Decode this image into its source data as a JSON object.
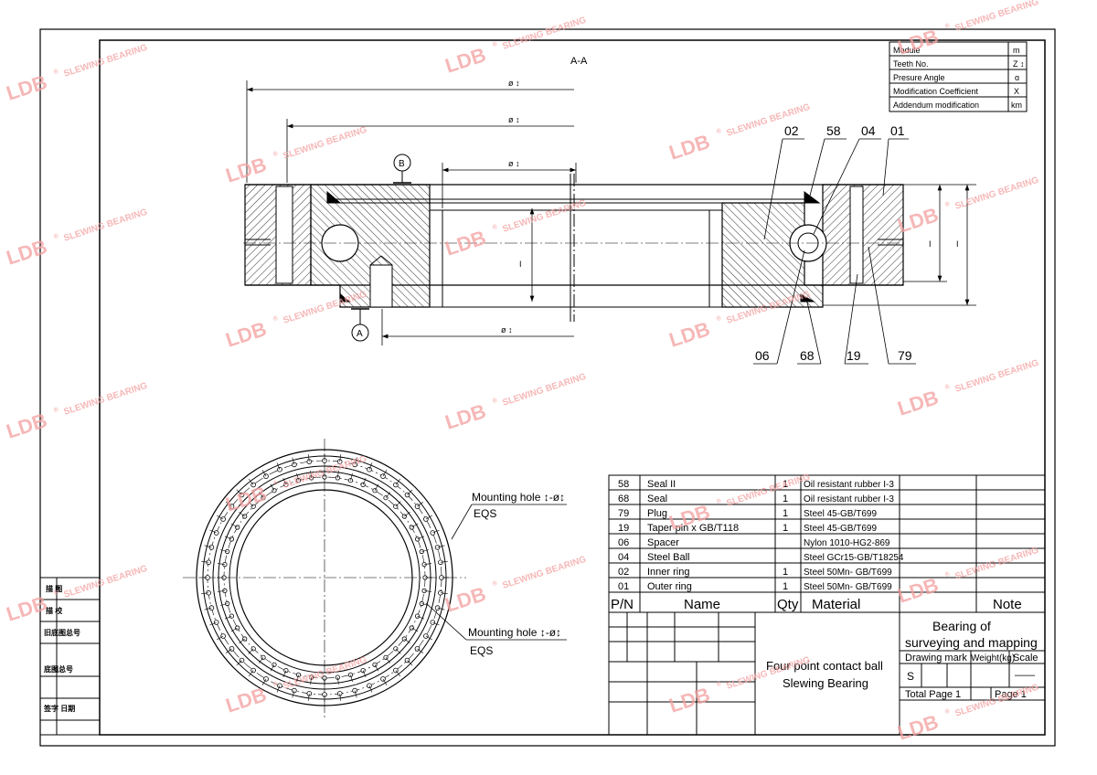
{
  "section_title": "A-A",
  "datum_a": "A",
  "datum_b": "B",
  "dimension_labels": {
    "top1": "ø ↕",
    "top2": "ø ↕",
    "top3": "ø ↕",
    "bottom": "ø ↕",
    "inner_height": "I",
    "right_height1": "I",
    "right_height2": "I"
  },
  "part_callouts": [
    "02",
    "58",
    "04",
    "01",
    "06",
    "68",
    "19",
    "79"
  ],
  "gear_table": [
    {
      "label": "Module",
      "value": "m"
    },
    {
      "label": "Teeth No.",
      "value": "Z ↕"
    },
    {
      "label": "Presure Angle",
      "value": "ɑ"
    },
    {
      "label": "Modification Coefficient",
      "value": "X"
    },
    {
      "label": "Addendum modification",
      "value": "km"
    }
  ],
  "mounting_holes": [
    {
      "label": "Mounting hole ↕-ø↕",
      "eqs": "EQS"
    },
    {
      "label": "Mounting hole ↕-ø↕",
      "eqs": "EQS"
    }
  ],
  "bom": {
    "rows": [
      {
        "pn": "58",
        "name": "Seal II",
        "qty": "1",
        "material": "Oil resistant rubber I-3"
      },
      {
        "pn": "68",
        "name": "Seal",
        "qty": "1",
        "material": "Oil resistant rubber I-3"
      },
      {
        "pn": "79",
        "name": "Plug",
        "qty": "1",
        "material": "Steel 45-GB/T699"
      },
      {
        "pn": "19",
        "name": "Taper pin x GB/T118",
        "qty": "1",
        "material": "Steel 45-GB/T699"
      },
      {
        "pn": "06",
        "name": "Spacer",
        "qty": "",
        "material": "Nylon 1010-HG2-869"
      },
      {
        "pn": "04",
        "name": "Steel Ball",
        "qty": "",
        "material": "Steel GCr15-GB/T18254"
      },
      {
        "pn": "02",
        "name": "Inner ring",
        "qty": "1",
        "material": "Steel 50Mn- GB/T699"
      },
      {
        "pn": "01",
        "name": "Outer ring",
        "qty": "1",
        "material": "Steel 50Mn- GB/T699"
      }
    ],
    "headers": {
      "pn": "P/N",
      "name": "Name",
      "qty": "Qty",
      "material": "Material",
      "note": "Note"
    }
  },
  "title_block": {
    "description_line1": "Four point contact ball",
    "description_line2": "Slewing Bearing",
    "title_line1": "Bearing of",
    "title_line2": "surveying and mapping",
    "drawing_mark": "Drawing mark",
    "weight": "Weight(kg)",
    "scale": "Scale",
    "stage": "S",
    "scale_value": "——",
    "total_page": "Total Page 1",
    "page": "Page 1"
  },
  "side_block": [
    "描 图",
    "描 校",
    "旧底图总号",
    "底图总号",
    "签字 日期"
  ],
  "watermark": {
    "brand": "LDB",
    "registered": "®",
    "tagline": "SLEWING BEARING"
  },
  "colors": {
    "line": "#000000",
    "watermark": "#f4a0a0"
  }
}
